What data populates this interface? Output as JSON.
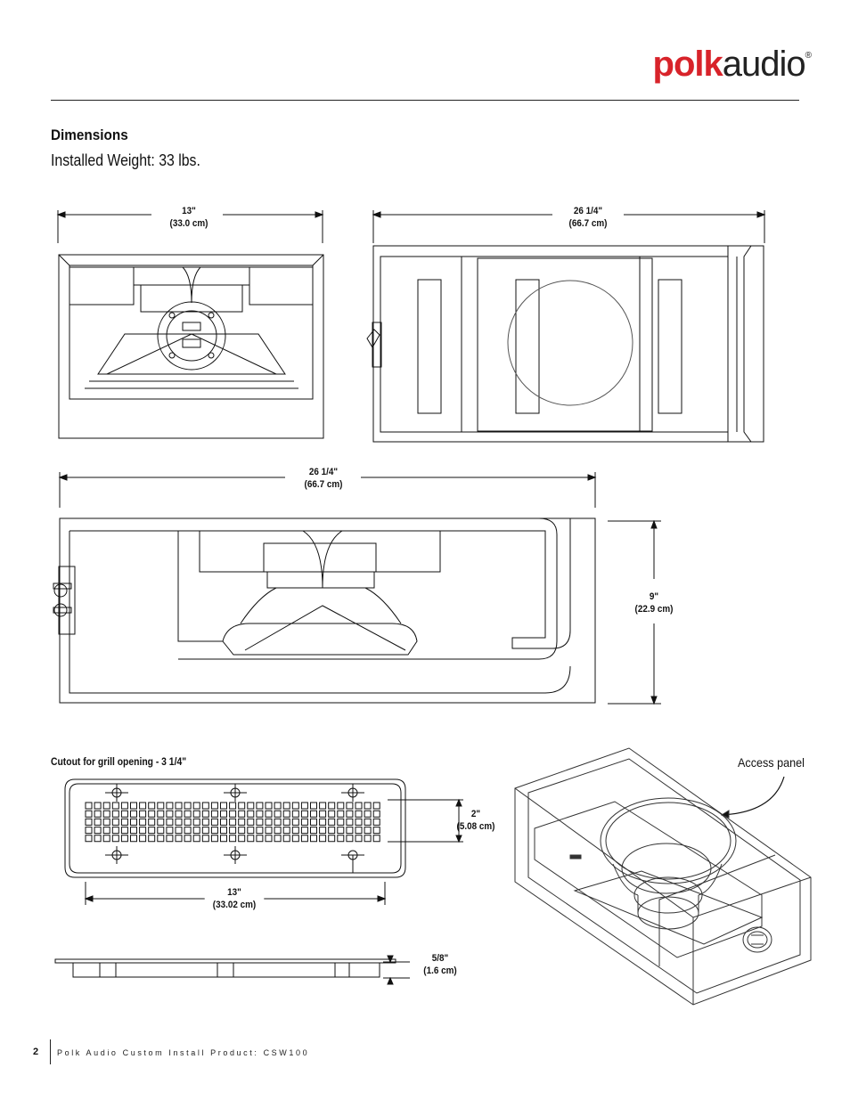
{
  "brand": {
    "polk": "polk",
    "audio": "audio",
    "reg": "®"
  },
  "section_title": "Dimensions",
  "installed_weight": "Installed Weight: 33 lbs.",
  "front_view": {
    "width_in": "13\"",
    "width_cm": "(33.0 cm)"
  },
  "side_view": {
    "width_in": "26 1/4\"",
    "width_cm": "(66.7 cm)"
  },
  "top_view": {
    "width_in": "26 1/4\"",
    "width_cm": "(66.7 cm)",
    "height_in": "9\"",
    "height_cm": "(22.9 cm)"
  },
  "grill": {
    "caption": "Cutout for grill opening - 3 1/4\"",
    "height_in": "2\"",
    "height_cm": "(5.08 cm)",
    "width_in": "13\"",
    "width_cm": "(33.02 cm)",
    "depth_in": "5/8\"",
    "depth_cm": "(1.6 cm)"
  },
  "access_panel_label": "Access panel",
  "footer": {
    "page_number": "2",
    "text": "Polk Audio Custom Install Product: CSW100"
  },
  "colors": {
    "brand_red": "#d8232a",
    "line": "#111111"
  }
}
